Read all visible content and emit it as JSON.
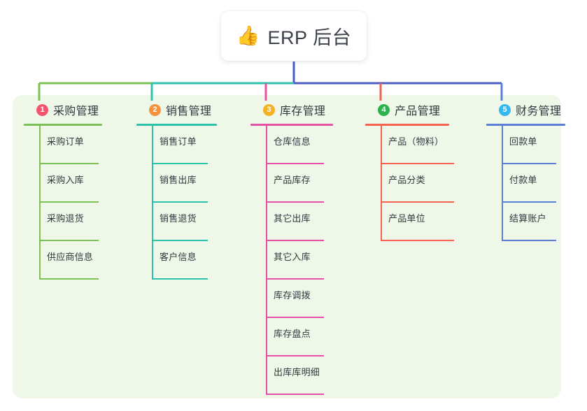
{
  "root": {
    "icon": "thumbs-up-icon",
    "emoji": "👍",
    "title": "ERP 后台"
  },
  "palette": {
    "panel_background": "#eff7e9",
    "page_background": "#ffffff",
    "root_connector": "#4a5bc4",
    "text": "#33383f"
  },
  "columns": [
    {
      "index": "1",
      "title": "采购管理",
      "badge_color": "#f2556c",
      "line_color": "#7cc155",
      "items": [
        {
          "label": "采购订单"
        },
        {
          "label": "采购入库"
        },
        {
          "label": "采购退货"
        },
        {
          "label": "供应商信息"
        }
      ]
    },
    {
      "index": "2",
      "title": "销售管理",
      "badge_color": "#f5923e",
      "line_color": "#2cc2ab",
      "items": [
        {
          "label": "销售订单"
        },
        {
          "label": "销售出库"
        },
        {
          "label": "销售退货"
        },
        {
          "label": "客户信息"
        }
      ]
    },
    {
      "index": "3",
      "title": "库存管理",
      "badge_color": "#f4b223",
      "line_color": "#e352a5",
      "items": [
        {
          "label": "仓库信息"
        },
        {
          "label": "产品库存"
        },
        {
          "label": "其它出库"
        },
        {
          "label": "其它入库"
        },
        {
          "label": "库存调拨"
        },
        {
          "label": "库存盘点"
        },
        {
          "label": "出库库明细"
        }
      ]
    },
    {
      "index": "4",
      "title": "产品管理",
      "badge_color": "#2bb24c",
      "line_color": "#f4634f",
      "items": [
        {
          "label": "产品（物料）"
        },
        {
          "label": "产品分类"
        },
        {
          "label": "产品单位"
        }
      ]
    },
    {
      "index": "5",
      "title": "财务管理",
      "badge_color": "#35b7ef",
      "line_color": "#5b7fd4",
      "items": [
        {
          "label": "回款单"
        },
        {
          "label": "付款单"
        },
        {
          "label": "结算账户"
        }
      ]
    }
  ]
}
